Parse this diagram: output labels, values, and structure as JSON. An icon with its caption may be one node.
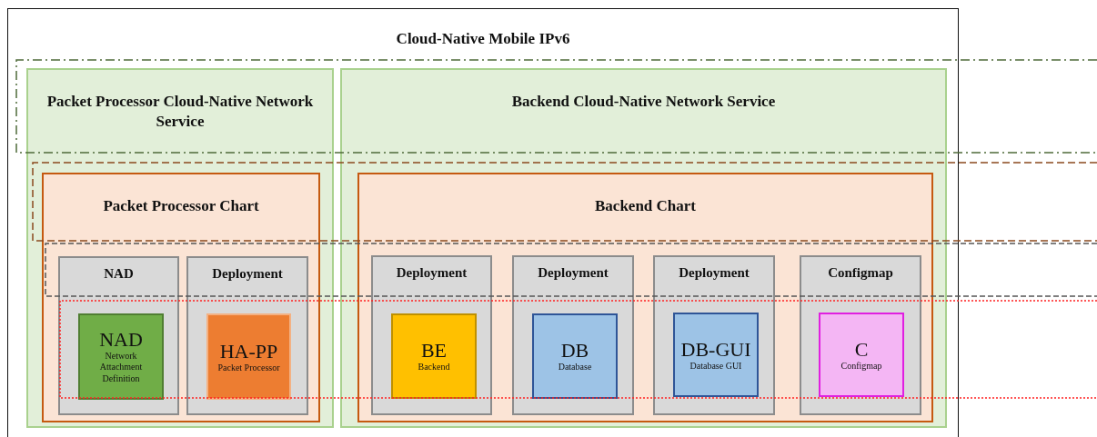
{
  "diagram": {
    "nodes": [
      {
        "text": [
          "Cloud-Native Mobile IPv6"
        ]
      },
      {
        "text": [
          "Packet Processor Cloud-Native Network Service"
        ],
        "in": 0
      },
      {
        "text": [
          "Backend Cloud-Native Network Service"
        ],
        "in": 0
      },
      {
        "text": [
          "Packet Processor Chart"
        ],
        "in": 1
      },
      {
        "text": [
          "Backend Chart"
        ],
        "in": 2
      },
      {
        "text": [
          "NAD"
        ],
        "in": 3
      },
      {
        "text": [
          "Deployment"
        ],
        "in": 3
      },
      {
        "text": [
          "Deployment"
        ],
        "in": 4
      },
      {
        "text": [
          "Deployment"
        ],
        "in": 4
      },
      {
        "text": [
          "Deployment"
        ],
        "in": 4
      },
      {
        "text": [
          "Configmap"
        ],
        "in": 4
      },
      {
        "text": [
          "NAD",
          "Network Attachment Definition"
        ],
        "in": 5
      },
      {
        "text": [
          "HA-PP",
          "Packet Processor"
        ],
        "in": 6
      },
      {
        "text": [
          "BE",
          "Backend"
        ],
        "in": 7
      },
      {
        "text": [
          "DB",
          "Database"
        ],
        "in": 8
      },
      {
        "text": [
          "DB-GUI",
          "Database GUI"
        ],
        "in": 9
      },
      {
        "text": [
          "C",
          "Configmap"
        ],
        "in": 10
      }
    ]
  }
}
